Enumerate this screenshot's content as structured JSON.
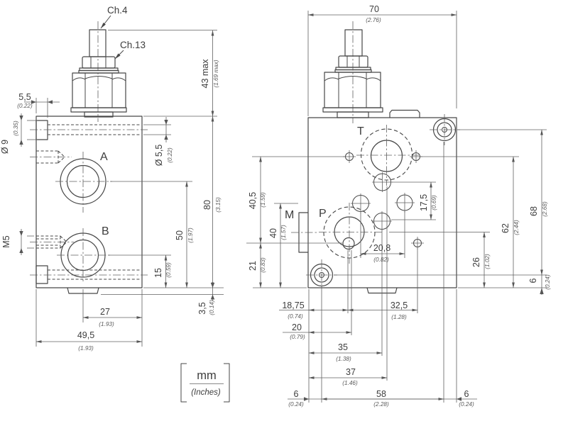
{
  "drawing": {
    "units_box": {
      "mm": "mm",
      "inches": "(Inches)"
    },
    "left_view": {
      "callouts": {
        "ch4": "Ch.4",
        "ch13": "Ch.13"
      },
      "ports": {
        "a": "A",
        "b": "B",
        "m5": "M5"
      },
      "dims": {
        "d43": {
          "mm": "43 max",
          "in": "(1.69 max)"
        },
        "d55": {
          "mm": "5,5",
          "in": "(0.22)"
        },
        "d9": {
          "mm": "Ø 9",
          "in": "(0.35)"
        },
        "d55h": {
          "mm": "Ø 5,5",
          "in": "(0.22)"
        },
        "d50": {
          "mm": "50",
          "in": "(1.97)"
        },
        "d80": {
          "mm": "80",
          "in": "(3.15)"
        },
        "d15": {
          "mm": "15",
          "in": "(0.59)"
        },
        "d35": {
          "mm": "3,5",
          "in": "(0.14)"
        },
        "d27": {
          "mm": "27",
          "in": "(1.93)"
        },
        "d495": {
          "mm": "49,5",
          "in": "(1.93)"
        }
      }
    },
    "right_view": {
      "ports": {
        "t": "T",
        "p": "P",
        "m": "M"
      },
      "dims": {
        "d70": {
          "mm": "70",
          "in": "(2.76)"
        },
        "d405": {
          "mm": "40,5",
          "in": "(1.59)"
        },
        "d40": {
          "mm": "40",
          "in": "(1.57)"
        },
        "d21": {
          "mm": "21",
          "in": "(0.83)"
        },
        "d175": {
          "mm": "17,5",
          "in": "(0.69)"
        },
        "d208": {
          "mm": "20,8",
          "in": "(0.82)"
        },
        "d26": {
          "mm": "26",
          "in": "(1.02)"
        },
        "d62": {
          "mm": "62",
          "in": "(2.44)"
        },
        "d68": {
          "mm": "68",
          "in": "(2.68)"
        },
        "d6s": {
          "mm": "6",
          "in": "(0.24)"
        },
        "d1875": {
          "mm": "18,75",
          "in": "(0.74)"
        },
        "d20": {
          "mm": "20",
          "in": "(0.79)"
        },
        "d325": {
          "mm": "32,5",
          "in": "(1.28)"
        },
        "d35b": {
          "mm": "35",
          "in": "(1.38)"
        },
        "d37": {
          "mm": "37",
          "in": "(1.46)"
        },
        "d6l": {
          "mm": "6",
          "in": "(0.24)"
        },
        "d58": {
          "mm": "58",
          "in": "(2.28)"
        },
        "d6r": {
          "mm": "6",
          "in": "(0.24)"
        }
      }
    },
    "colors": {
      "object_line": "#474747",
      "dim_line": "#606060",
      "text": "#3d3d3d"
    }
  }
}
